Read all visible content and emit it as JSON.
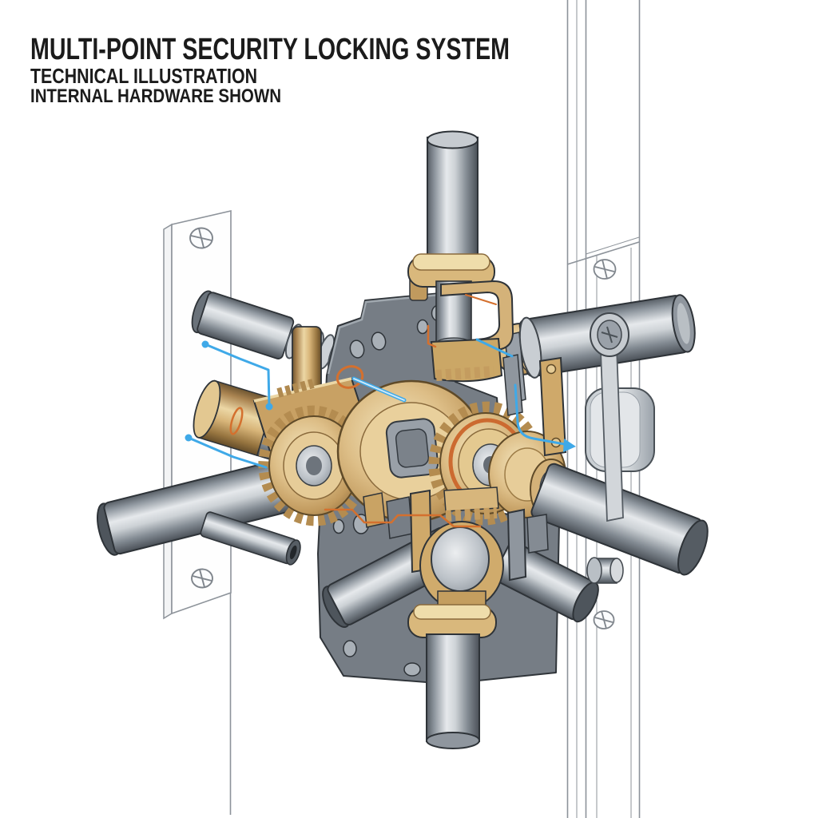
{
  "title": {
    "line1": "MULTI-POINT SECURITY LOCKING SYSTEM",
    "line2": "TECHNICAL ILLUSTRATION",
    "line3": "INTERNAL HARDWARE SHOWN"
  },
  "illustration": {
    "type": "isometric-cutaway-technical-drawing",
    "subject": "multi-point door locking mechanism, internal hardware exposed",
    "components": [
      "central-gear-train",
      "central-brass-drum",
      "front-spur-gear",
      "left-spur-gear",
      "crown-gear-top",
      "crown-gear-bottom",
      "top-deadbolt",
      "bottom-deadbolt",
      "left-locking-rod",
      "lower-left-locking-rod",
      "right-locking-rod",
      "lower-right-locking-rod",
      "upper-right-locking-rod",
      "spring-loaded-actuator-rod",
      "lock-cylinder",
      "guide-tube",
      "mounting-plate",
      "brass-retaining-flanges",
      "bearing-yoke",
      "connecting-link",
      "latch-follower",
      "left-strike-faceplate",
      "right-strike-faceplate",
      "phillips-screws"
    ],
    "colors": {
      "background": "#ffffff",
      "line_work": "#2e3338",
      "frame_outline": "#8d939a",
      "brass": "#d9b87c",
      "brass_light": "#efddab",
      "brass_dark": "#8a6a3c",
      "steel": "#aab1b8",
      "steel_dark": "#4e555c",
      "annotation_blue": "#3fa9e8",
      "annotation_orange": "#d4702e",
      "title_text": "#1b1b1b"
    }
  }
}
